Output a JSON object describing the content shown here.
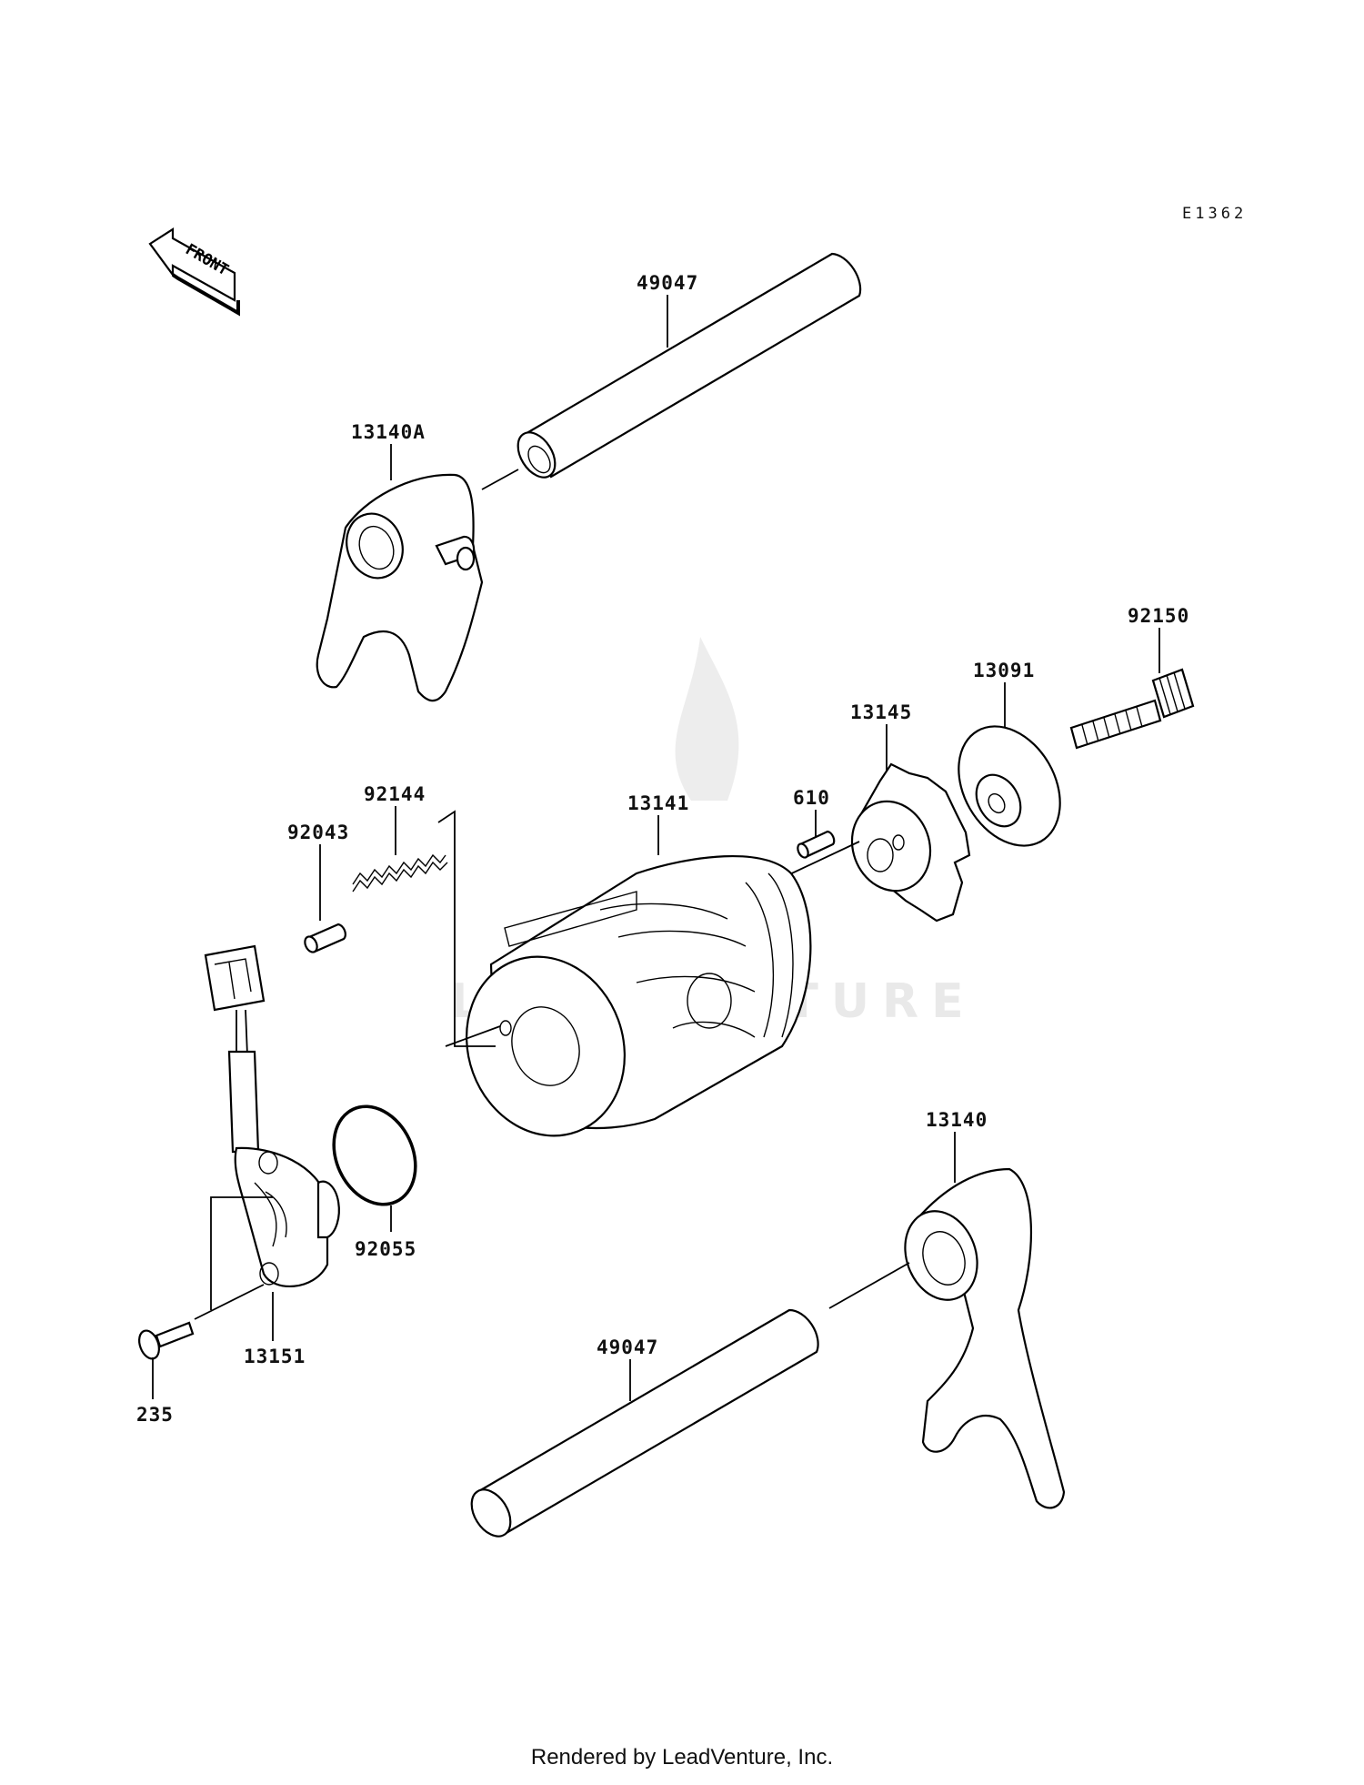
{
  "diagram_code": "E1362",
  "front_label": "FRONT",
  "watermark": "LEADVENTURE",
  "footer": "Rendered by LeadVenture, Inc.",
  "parts": {
    "shaft_top": "49047",
    "fork_top": "13140A",
    "bolt": "92150",
    "holder": "13091",
    "cam_plate": "13145",
    "pin": "610",
    "drum": "13141",
    "spring": "92144",
    "pin_small": "92043",
    "switch": "13151",
    "screw": "235",
    "o_ring": "92055",
    "fork_bottom": "13140",
    "shaft_bottom": "49047"
  }
}
